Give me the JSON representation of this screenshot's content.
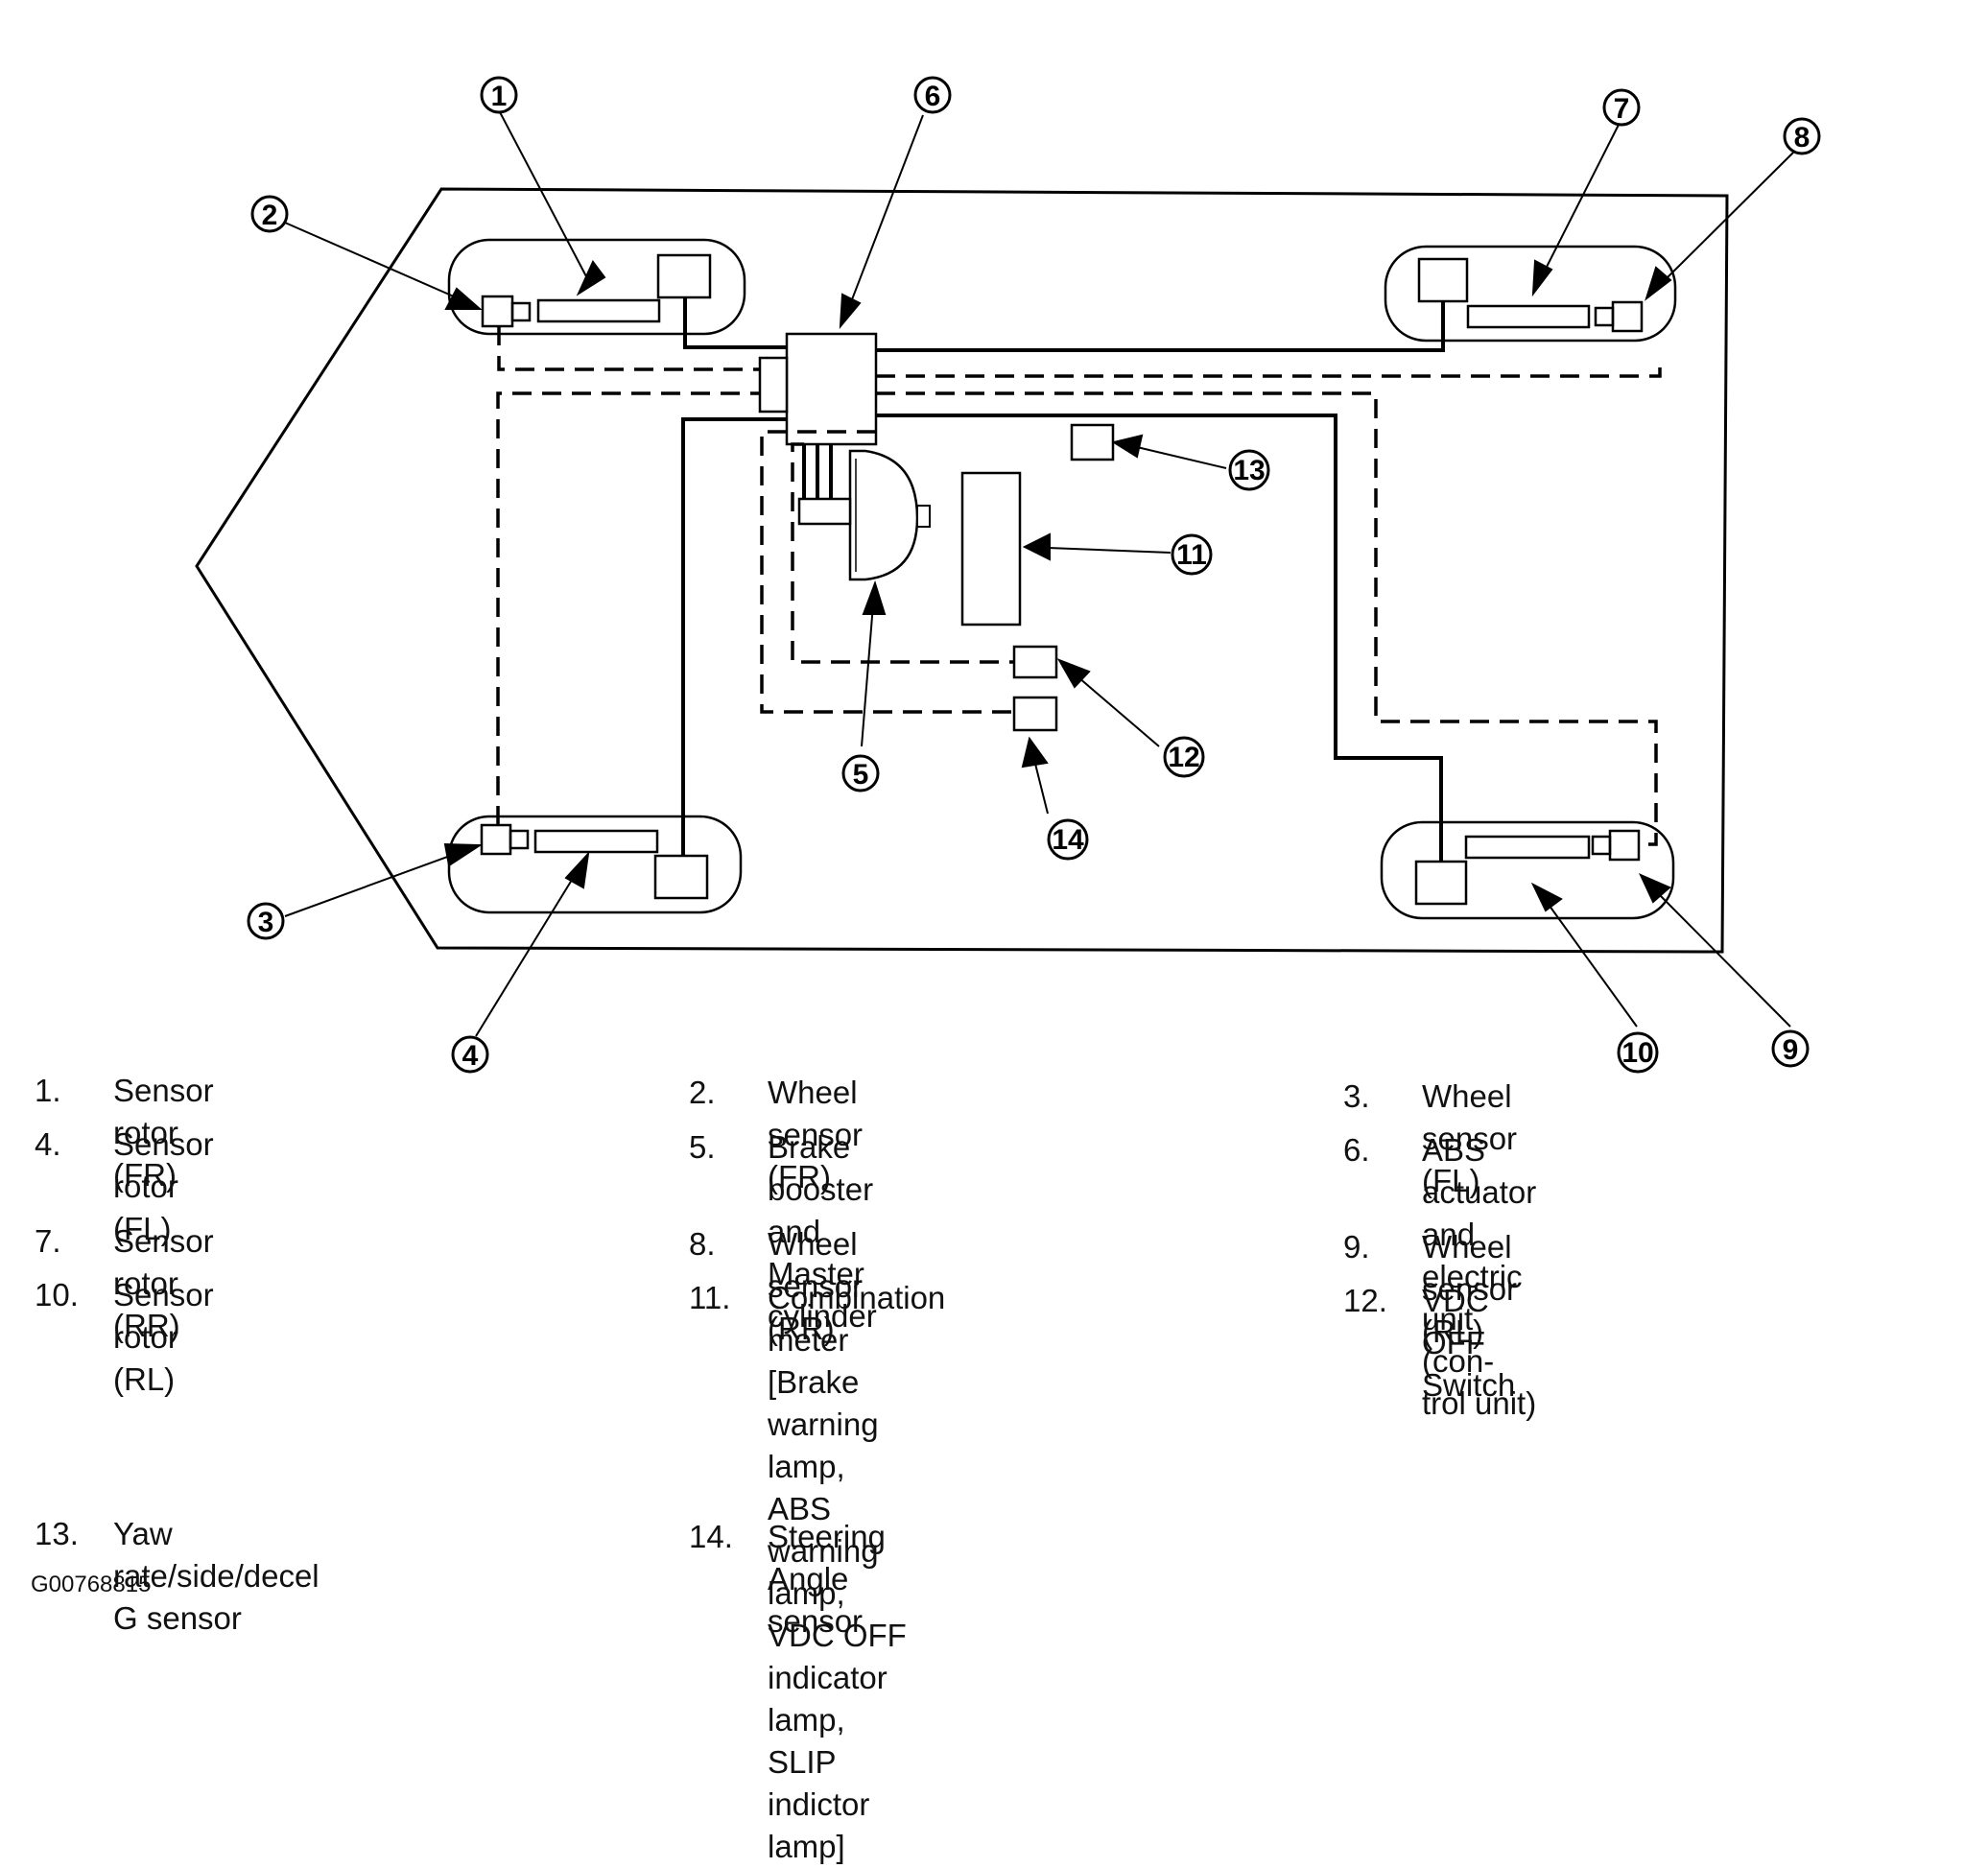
{
  "callouts": [
    "1",
    "2",
    "3",
    "4",
    "5",
    "6",
    "7",
    "8",
    "9",
    "10",
    "11",
    "12",
    "13",
    "14"
  ],
  "legend": [
    {
      "num": "1.",
      "text": "Sensor rotor (FR)"
    },
    {
      "num": "2.",
      "text": "Wheel sensor (FR)"
    },
    {
      "num": "3.",
      "text": "Wheel sensor (FL)"
    },
    {
      "num": "4.",
      "text": "Sensor rotor (FL)"
    },
    {
      "num": "5.",
      "text": "Brake booster and Master cylinder"
    },
    {
      "num": "6.",
      "text": "ABS actuator and electric unit (con-\ntrol unit)"
    },
    {
      "num": "7.",
      "text": "Sensor rotor (RR)"
    },
    {
      "num": "8.",
      "text": "Wheel sensor (RR)"
    },
    {
      "num": "9.",
      "text": "Wheel sensor (RL)"
    },
    {
      "num": "10.",
      "text": "Sensor rotor (RL)"
    },
    {
      "num": "11.",
      "text": "Combination meter\n[Brake warning lamp,\nABS warning lamp,\nVDC OFF indicator lamp,\nSLIP indictor lamp]"
    },
    {
      "num": "12.",
      "text": "VDC OFF Switch"
    },
    {
      "num": "13.",
      "text": "Yaw rate/side/decel G sensor"
    },
    {
      "num": "14.",
      "text": "Steering Angle sensor"
    }
  ],
  "figure_code": "G00768815"
}
